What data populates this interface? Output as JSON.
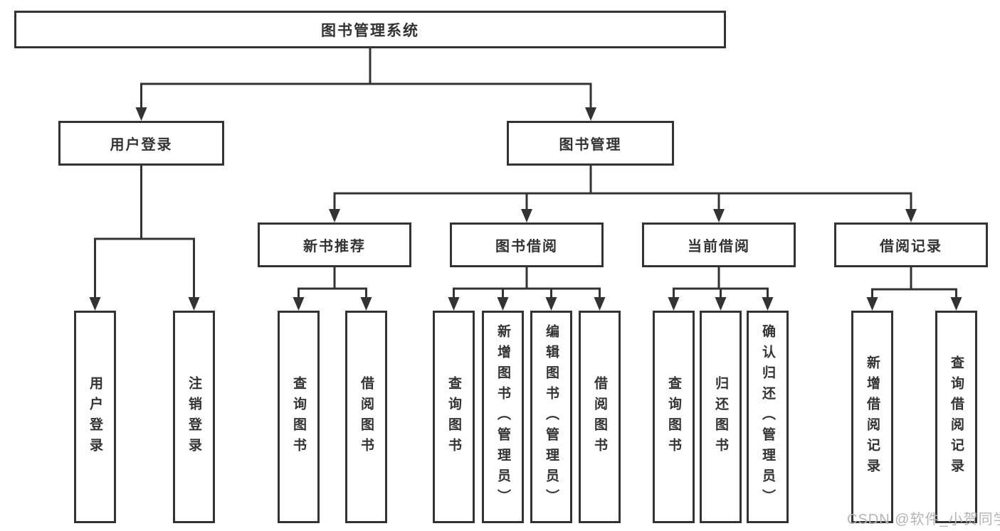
{
  "diagram": {
    "type": "hierarchy-tree",
    "root": {
      "label": "图书管理系统",
      "children": [
        {
          "label": "用户登录",
          "children": [
            {
              "label": "用户登录"
            },
            {
              "label": "注销登录"
            }
          ]
        },
        {
          "label": "图书管理",
          "children": [
            {
              "label": "新书推荐",
              "children": [
                {
                  "label": "查询图书"
                },
                {
                  "label": "借阅图书"
                }
              ]
            },
            {
              "label": "图书借阅",
              "children": [
                {
                  "label": "查询图书"
                },
                {
                  "label": "新增图书（管理员）"
                },
                {
                  "label": "编辑图书（管理员）"
                },
                {
                  "label": "借阅图书"
                }
              ]
            },
            {
              "label": "当前借阅",
              "children": [
                {
                  "label": "查询图书"
                },
                {
                  "label": "归还图书"
                },
                {
                  "label": "确认归还（管理员）"
                }
              ]
            },
            {
              "label": "借阅记录",
              "children": [
                {
                  "label": "新增借阅记录"
                },
                {
                  "label": "查询借阅记录"
                }
              ]
            }
          ]
        }
      ]
    }
  },
  "watermark": {
    "text": "CSDN @软件_小贺同学",
    "color": "#b4b4b4"
  },
  "colors": {
    "line": "#333333",
    "box_border": "#333333",
    "text": "#333333",
    "background": "#ffffff"
  }
}
